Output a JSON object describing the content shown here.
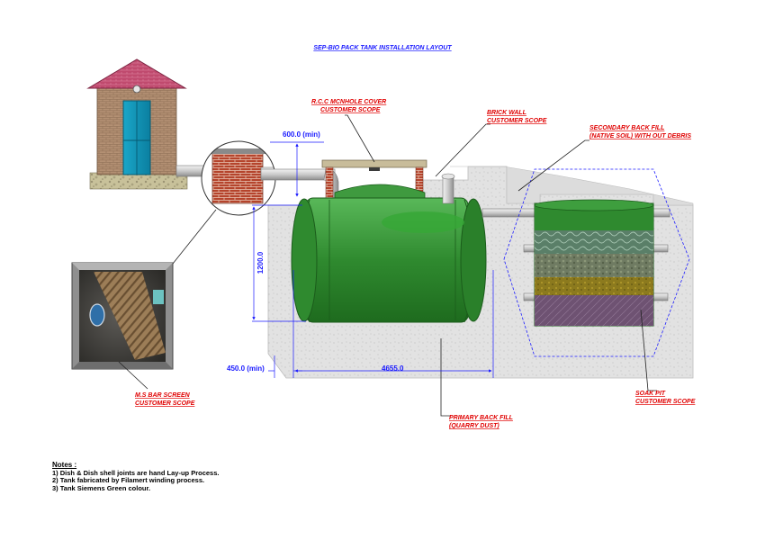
{
  "title": "SEP-BIO PACK TANK INSTALLATION LAYOUT",
  "callouts": {
    "manhole": [
      "R.C.C MCNHOLE COVER",
      "CUSTOMER SCOPE"
    ],
    "brick_wall": [
      "BRICK WALL",
      "CUSTOMER SCOPE"
    ],
    "secondary_backfill": [
      "SECONDARY BACK FILL",
      "(NATIVE SOIL) WITH OUT DEBRIS"
    ],
    "bar_screen": [
      "M.S BAR SCREEN",
      "CUSTOMER SCOPE"
    ],
    "primary_backfill": [
      "PRIMARY BACK FILL",
      "(QUARRY DUST)"
    ],
    "soak_pit": [
      "SOAK PIT",
      "CUSTOMER SCOPE"
    ]
  },
  "dimensions": {
    "top_clearance": "600.0 (min)",
    "tank_height": "1200.0",
    "side_clearance": "450.0 (min)",
    "tank_length": "4655.0"
  },
  "notes": {
    "title": "Notes :",
    "items": [
      "1) Dish & Dish shell joints are hand Lay-up Process.",
      "2) Tank fabricated by Filamert winding process.",
      "3) Tank Siemens Green colour."
    ]
  },
  "colors": {
    "tank_green": "#2f8a2f",
    "ground": "#e2e2e2",
    "brick": "#b5442c",
    "dimension_blue": "#1a1aff",
    "label_red": "#e00000"
  }
}
